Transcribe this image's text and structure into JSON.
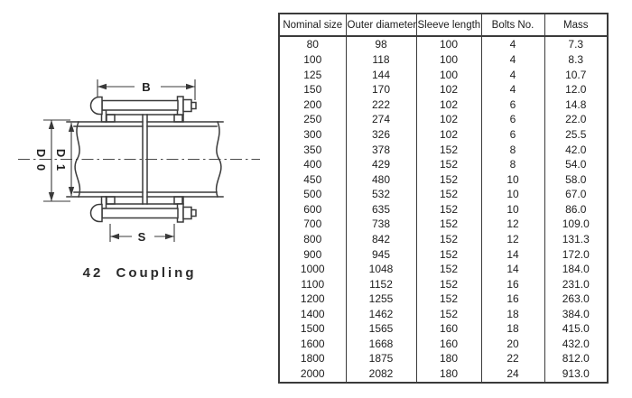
{
  "page": {
    "background": "#ffffff"
  },
  "colors": {
    "drawing_line": "#3a3a3a",
    "table_border": "#3b3b3b",
    "text": "#1d1d1d"
  },
  "diagram": {
    "dim_b": "B",
    "dim_d0": "D 0",
    "dim_d1": "D 1",
    "dim_s": "S",
    "figure_number": "42",
    "caption": "Coupling"
  },
  "table": {
    "headers": [
      "Nominal size",
      "Outer diameter",
      "Sleeve length",
      "Bolts No.",
      "Mass"
    ],
    "rows": [
      [
        "80",
        "98",
        "100",
        "4",
        "7.3"
      ],
      [
        "100",
        "118",
        "100",
        "4",
        "8.3"
      ],
      [
        "125",
        "144",
        "100",
        "4",
        "10.7"
      ],
      [
        "150",
        "170",
        "102",
        "4",
        "12.0"
      ],
      [
        "200",
        "222",
        "102",
        "6",
        "14.8"
      ],
      [
        "250",
        "274",
        "102",
        "6",
        "22.0"
      ],
      [
        "300",
        "326",
        "102",
        "6",
        "25.5"
      ],
      [
        "350",
        "378",
        "152",
        "8",
        "42.0"
      ],
      [
        "400",
        "429",
        "152",
        "8",
        "54.0"
      ],
      [
        "450",
        "480",
        "152",
        "10",
        "58.0"
      ],
      [
        "500",
        "532",
        "152",
        "10",
        "67.0"
      ],
      [
        "600",
        "635",
        "152",
        "10",
        "86.0"
      ],
      [
        "700",
        "738",
        "152",
        "12",
        "109.0"
      ],
      [
        "800",
        "842",
        "152",
        "12",
        "131.3"
      ],
      [
        "900",
        "945",
        "152",
        "14",
        "172.0"
      ],
      [
        "1000",
        "1048",
        "152",
        "14",
        "184.0"
      ],
      [
        "1100",
        "1152",
        "152",
        "16",
        "231.0"
      ],
      [
        "1200",
        "1255",
        "152",
        "16",
        "263.0"
      ],
      [
        "1400",
        "1462",
        "152",
        "18",
        "384.0"
      ],
      [
        "1500",
        "1565",
        "160",
        "18",
        "415.0"
      ],
      [
        "1600",
        "1668",
        "160",
        "20",
        "432.0"
      ],
      [
        "1800",
        "1875",
        "180",
        "22",
        "812.0"
      ],
      [
        "2000",
        "2082",
        "180",
        "24",
        "913.0"
      ]
    ]
  }
}
